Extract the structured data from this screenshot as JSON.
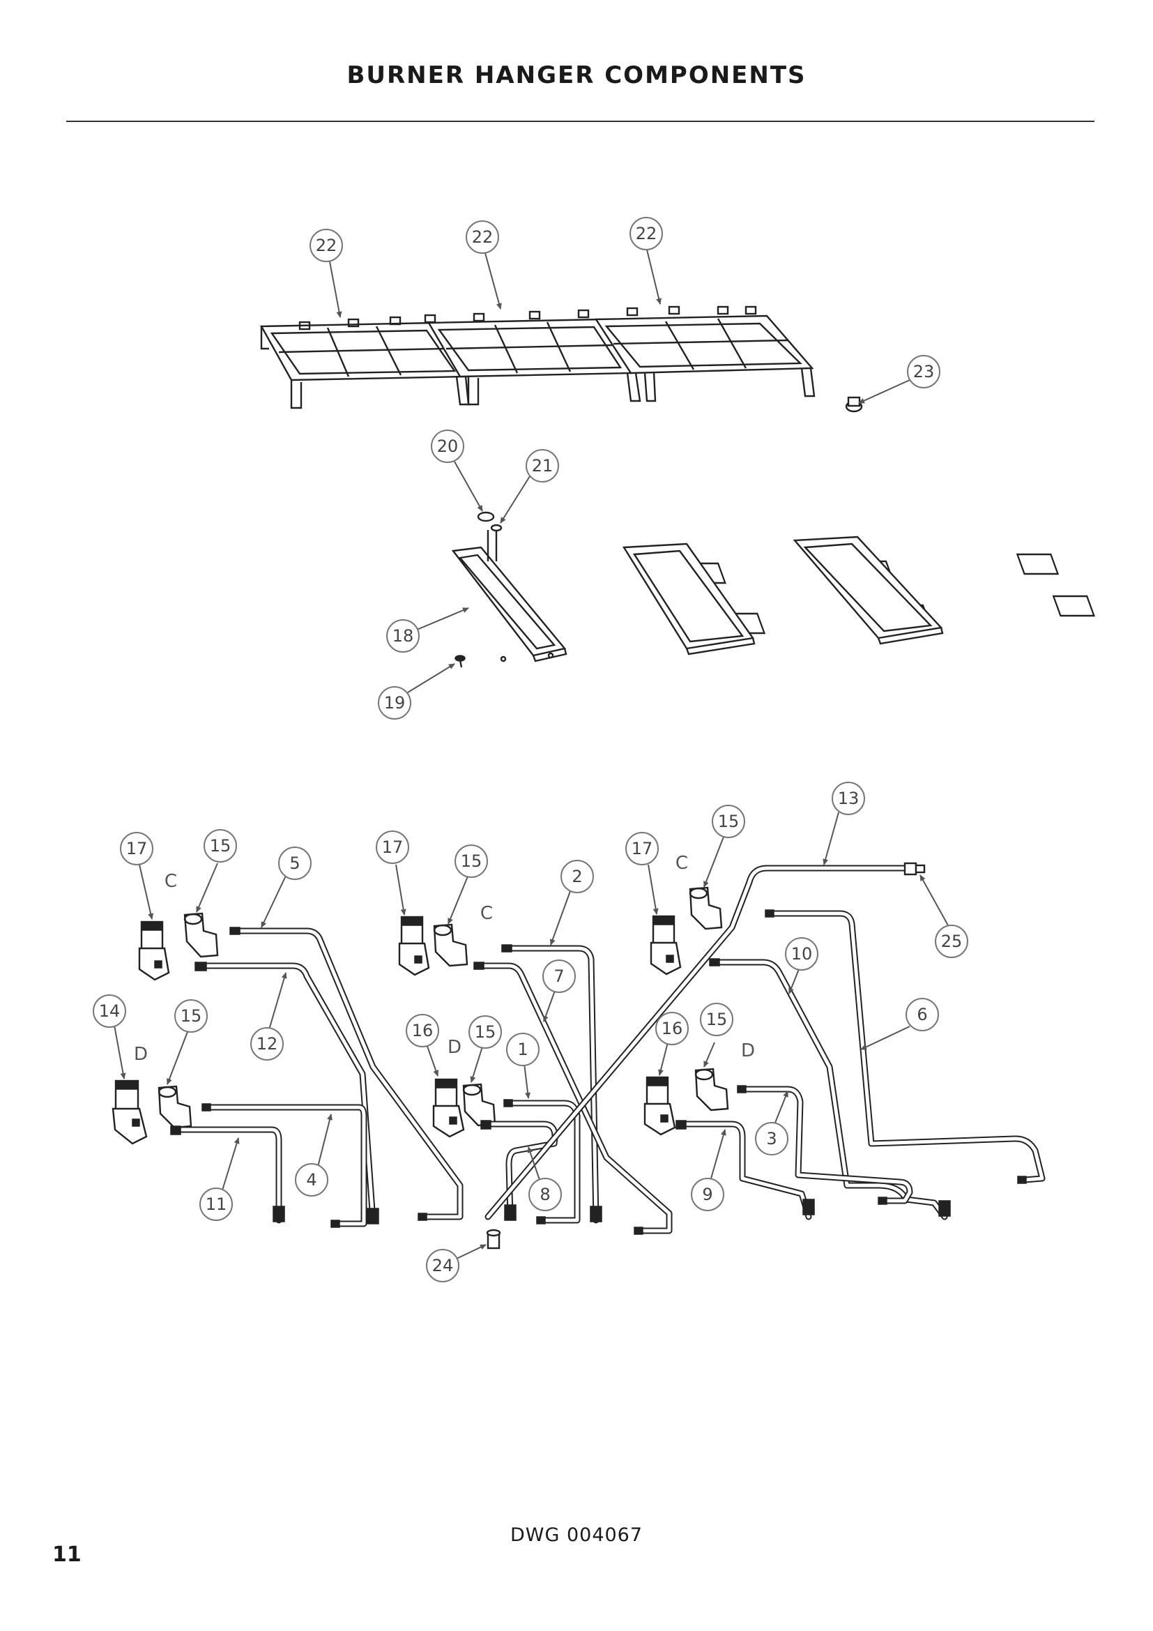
{
  "page": {
    "title": "BURNER HANGER COMPONENTS",
    "page_number": "11",
    "drawing_number": "DWG 004067"
  },
  "callouts": [
    {
      "id": "c22a",
      "label": "22"
    },
    {
      "id": "c22b",
      "label": "22"
    },
    {
      "id": "c22c",
      "label": "22"
    },
    {
      "id": "c23",
      "label": "23"
    },
    {
      "id": "c20",
      "label": "20"
    },
    {
      "id": "c21",
      "label": "21"
    },
    {
      "id": "c18",
      "label": "18"
    },
    {
      "id": "c19",
      "label": "19"
    },
    {
      "id": "c13",
      "label": "13"
    },
    {
      "id": "c25",
      "label": "25"
    },
    {
      "id": "c17a",
      "label": "17"
    },
    {
      "id": "c15a",
      "label": "15"
    },
    {
      "id": "c5",
      "label": "5"
    },
    {
      "id": "c17b",
      "label": "17"
    },
    {
      "id": "c15b",
      "label": "15"
    },
    {
      "id": "c2",
      "label": "2"
    },
    {
      "id": "c17c",
      "label": "17"
    },
    {
      "id": "c15c",
      "label": "15"
    },
    {
      "id": "c10",
      "label": "10"
    },
    {
      "id": "c7",
      "label": "7"
    },
    {
      "id": "c14",
      "label": "14"
    },
    {
      "id": "c15d",
      "label": "15"
    },
    {
      "id": "c12",
      "label": "12"
    },
    {
      "id": "c16a",
      "label": "16"
    },
    {
      "id": "c15e",
      "label": "15"
    },
    {
      "id": "c1",
      "label": "1"
    },
    {
      "id": "c16b",
      "label": "16"
    },
    {
      "id": "c15f",
      "label": "15"
    },
    {
      "id": "c6",
      "label": "6"
    },
    {
      "id": "c3",
      "label": "3"
    },
    {
      "id": "c4",
      "label": "4"
    },
    {
      "id": "c11",
      "label": "11"
    },
    {
      "id": "c8",
      "label": "8"
    },
    {
      "id": "c9",
      "label": "9"
    },
    {
      "id": "c24",
      "label": "24"
    }
  ],
  "letters": [
    {
      "id": "l1",
      "label": "C"
    },
    {
      "id": "l2",
      "label": "C"
    },
    {
      "id": "l3",
      "label": "C"
    },
    {
      "id": "l4",
      "label": "D"
    },
    {
      "id": "l5",
      "label": "D"
    },
    {
      "id": "l6",
      "label": "D"
    }
  ]
}
